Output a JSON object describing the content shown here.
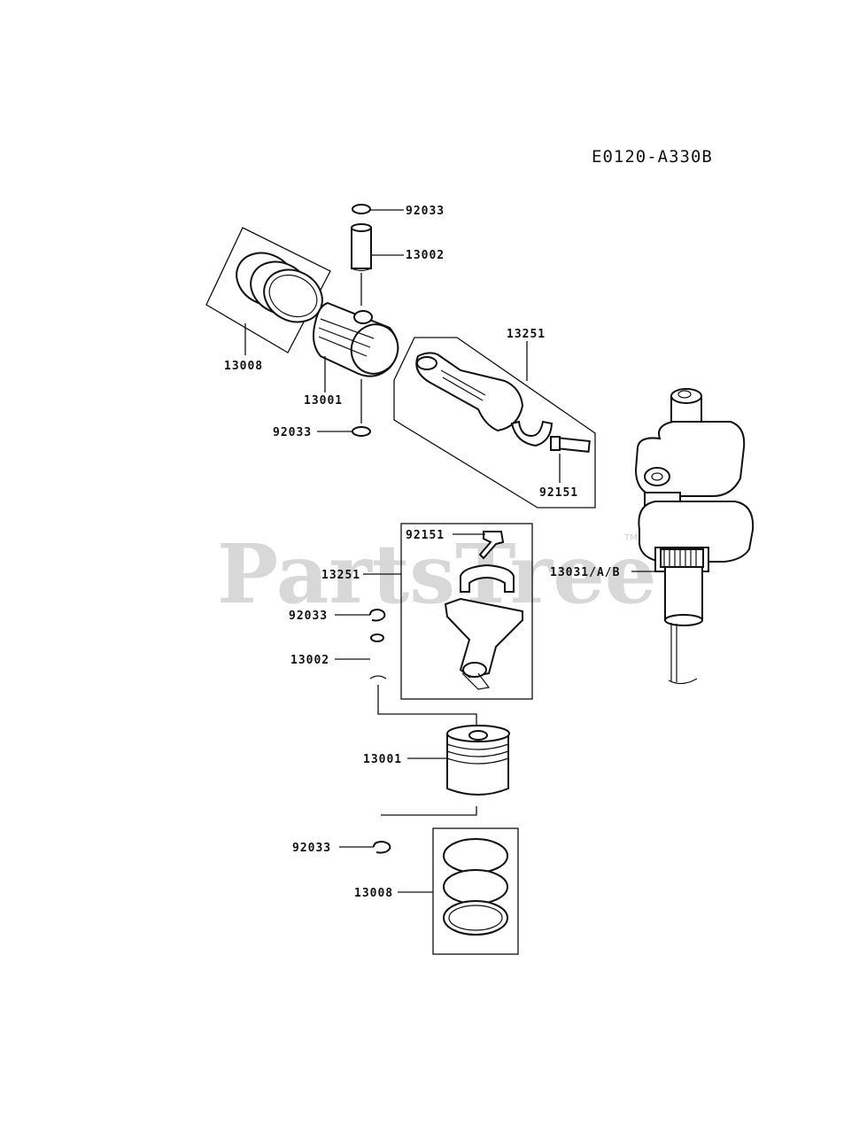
{
  "diagram_code": "E0120-A330B",
  "watermark": "PartsTree",
  "trademark": "TM",
  "labels": {
    "snap_ring_top": "92033",
    "pin_top": "13002",
    "rod_top": "13251",
    "rings_top": "13008",
    "piston_top": "13001",
    "snap_ring_top2": "92033",
    "bolt_top": "92151",
    "bolt_lower": "92151",
    "rod_lower": "13251",
    "crankshaft": "13031/A/B",
    "snap_ring_lower": "92033",
    "pin_lower": "13002",
    "piston_lower": "13001",
    "snap_ring_bottom": "92033",
    "rings_bottom": "13008"
  }
}
